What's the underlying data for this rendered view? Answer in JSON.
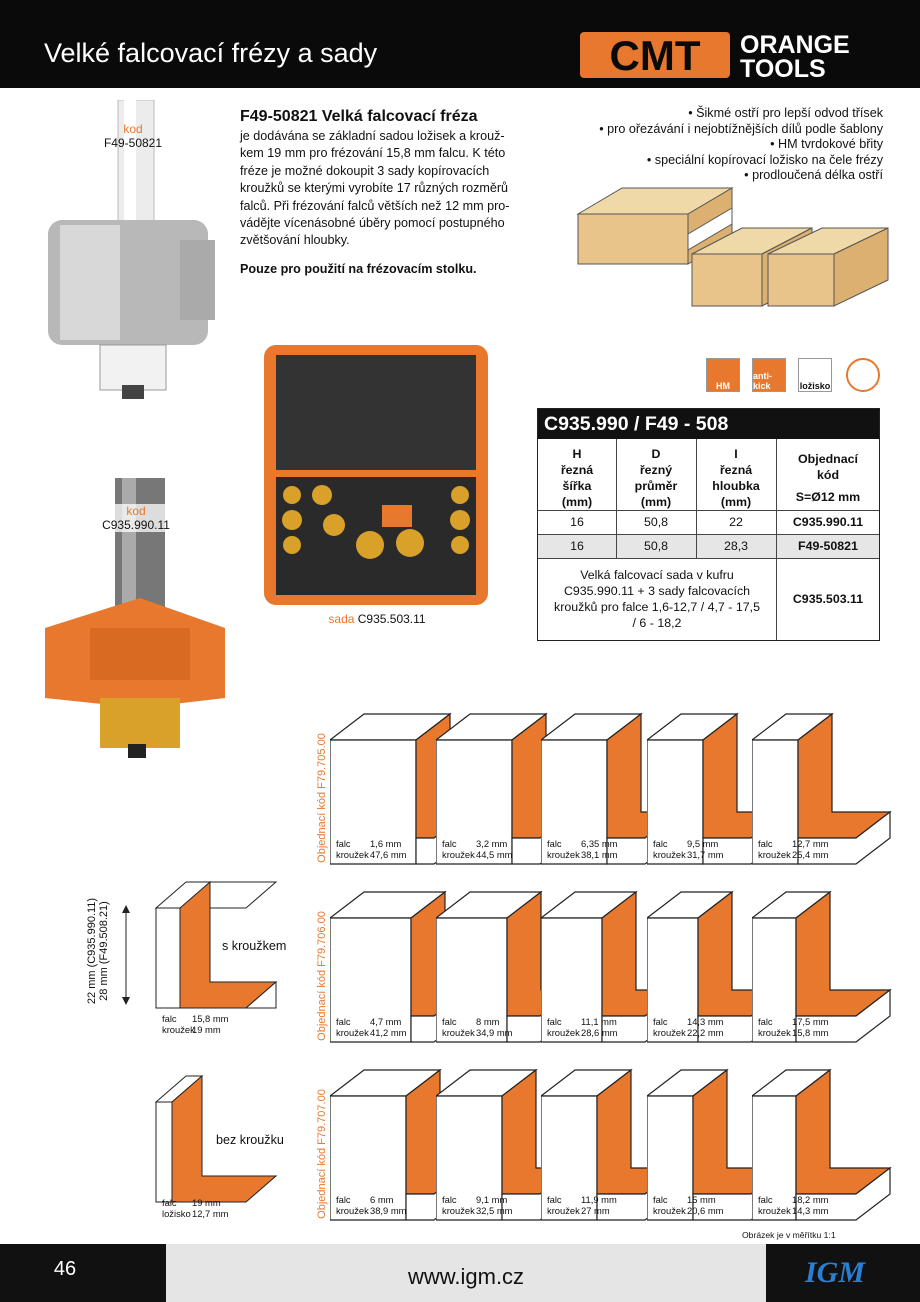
{
  "header": {
    "title": "Velké falcovací frézy a sady",
    "brand_top": "ORANGE",
    "brand_bottom": "TOOLS"
  },
  "product1": {
    "label": "kod",
    "code": "F49-50821"
  },
  "product2": {
    "label": "kod",
    "code": "C935.990.11"
  },
  "set": {
    "label": "sada",
    "code": "C935.503.11"
  },
  "description": {
    "title": "F49-50821 Velká falcovací fréza",
    "lines": [
      "je dodávána se základní sadou ložisek a krouž-",
      "kem 19 mm pro frézování 15,8 mm falcu.  K této",
      "fréze je možné dokoupit 3 sady kopírovacích",
      "kroužků se kterými vyrobíte 17 různých rozměrů",
      "falců.  Při frézování falců větších než 12 mm pro-",
      "vádějte vícenásobné úběry pomocí postupného",
      "zvětšování hloubky."
    ],
    "note": "Pouze pro použití na frézovacím stolku."
  },
  "features": [
    "• Šikmé ostří pro lepší odvod třísek",
    "• pro ořezávání i nejobtížnějších dílů podle šablony",
    "• HM tvrdokové břity",
    "• speciální kopírovací ložisko na čele frézy",
    "• prodloučená délka ostří"
  ],
  "icons": [
    {
      "name": "hm-icon",
      "text": "HM"
    },
    {
      "name": "anti-kick-icon",
      "text": "anti-kick"
    },
    {
      "name": "bearing-icon",
      "text": "ložisko"
    },
    {
      "name": "no-hand-feed-icon",
      "text": ""
    }
  ],
  "spec_table": {
    "title": "C935.990 / F49 - 508",
    "headers": [
      [
        "H",
        "řezná",
        "šířka",
        "(mm)"
      ],
      [
        "D",
        "řezný",
        "průměr",
        "(mm)"
      ],
      [
        "I",
        "řezná",
        "hloubka",
        "(mm)"
      ],
      [
        "Objednací",
        "kód",
        "S=Ø12 mm"
      ]
    ],
    "rows": [
      [
        "16",
        "50,8",
        "22",
        "C935.990.11"
      ],
      [
        "16",
        "50,8",
        "28,3",
        "F49-50821"
      ]
    ],
    "set_text": [
      "Velká falcovací sada v kufru",
      "C935.990.11 + 3 sady falcovacích",
      "kroužků pro falce 1,6-12,7 / 4,7 - 17,5",
      "/ 6 - 18,2"
    ],
    "set_code": "C935.503.11"
  },
  "groups": [
    {
      "code": "Objednací kód  F79.705.00",
      "items": [
        [
          "falc",
          "1,6  mm",
          "kroužek",
          "47,6 mm"
        ],
        [
          "falc",
          "3,2 mm",
          "kroužek",
          "44,5 mm"
        ],
        [
          "falc",
          "6,35 mm",
          "kroužek",
          "38,1 mm"
        ],
        [
          "falc",
          "9,5 mm",
          "kroužek",
          "31,7 mm"
        ],
        [
          "falc",
          "12,7 mm",
          "kroužek",
          "25,4 mm"
        ]
      ]
    },
    {
      "code": "Objednací kód  F79.706.00",
      "items": [
        [
          "falc",
          "4,7 mm",
          "kroužek",
          "41,2 mm"
        ],
        [
          "falc",
          "8 mm",
          "kroužek",
          "34,9 mm"
        ],
        [
          "falc",
          "11,1 mm",
          "kroužek",
          "28,6 mm"
        ],
        [
          "falc",
          "14,3 mm",
          "kroužek",
          "22,2 mm"
        ],
        [
          "falc",
          "17,5 mm",
          "kroužek",
          "15,8 mm"
        ]
      ]
    },
    {
      "code": "Objednací kód  F79.707.00",
      "items": [
        [
          "falc",
          "6 mm",
          "kroužek",
          "38,9 mm"
        ],
        [
          "falc",
          "9,1 mm",
          "kroužek",
          "32,5 mm"
        ],
        [
          "falc",
          "11,9 mm",
          "kroužek",
          "27 mm"
        ],
        [
          "falc",
          "15 mm",
          "kroužek",
          "20,6 mm"
        ],
        [
          "falc",
          "18,2 mm",
          "kroužek",
          "14,3 mm"
        ]
      ]
    }
  ],
  "ref1": {
    "label": "s kroužkem",
    "dim1": "22 mm (C935.990.11)",
    "dim2": "28 mm (F49.508.21)",
    "falc": "falc",
    "falc_v": "15,8 mm",
    "ring": "kroužek",
    "ring_v": "19 mm"
  },
  "ref2": {
    "label": "bez kroužku",
    "falc": "falc",
    "falc_v": "19 mm",
    "ring": "ložisko",
    "ring_v": "12,7 mm"
  },
  "scale_note": "Obrázek je v měřítku 1:1",
  "footer": {
    "page": "46",
    "url": "www.igm.cz",
    "logo": "IGM"
  },
  "colors": {
    "orange": "#e8782d",
    "black": "#111111",
    "footer_grey": "#e5e5e5"
  }
}
